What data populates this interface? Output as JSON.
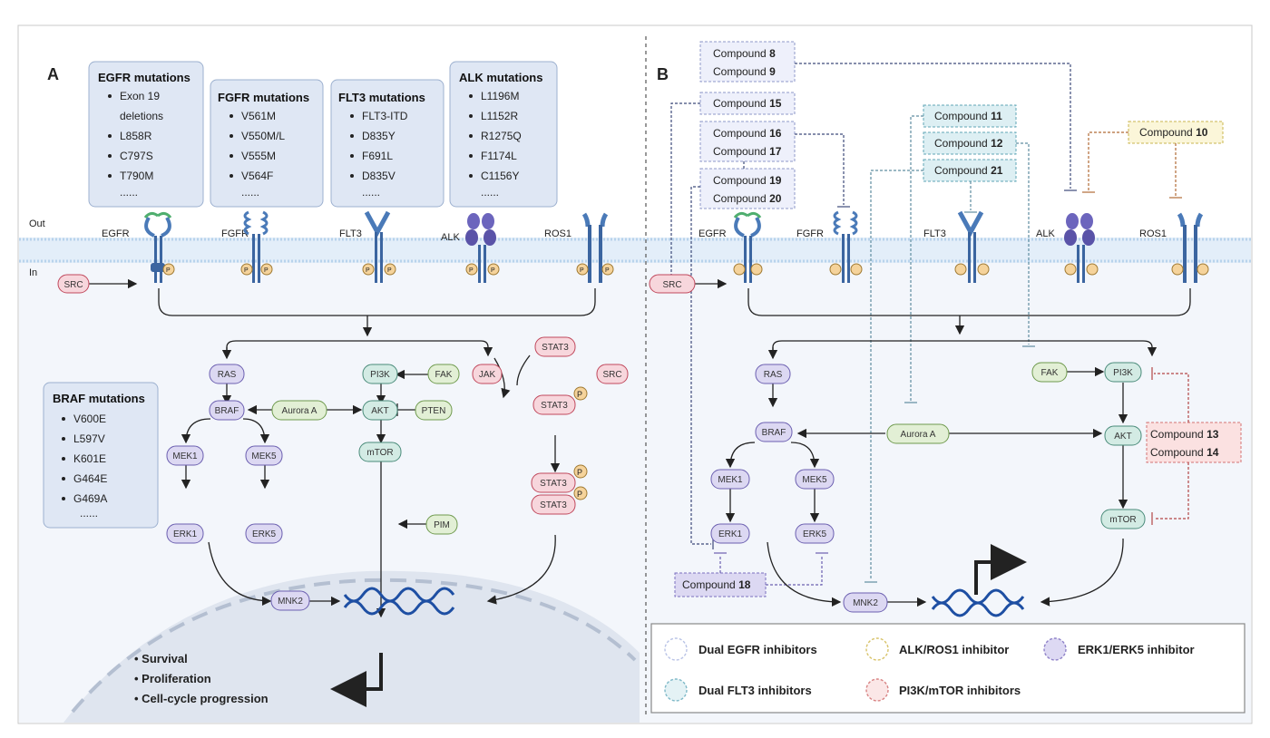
{
  "panel_a": {
    "label": "A",
    "out_label": "Out",
    "in_label": "In",
    "mutation_boxes": [
      {
        "title": "EGFR mutations",
        "items": [
          "Exon 19",
          "deletions",
          "L858R",
          "C797S",
          "T790M",
          "......"
        ]
      },
      {
        "title": "FGFR mutations",
        "items": [
          "V561M",
          "V550M/L",
          "V555M",
          "V564F",
          "......"
        ]
      },
      {
        "title": "FLT3 mutations",
        "items": [
          "FLT3-ITD",
          "D835Y",
          "F691L",
          "D835V",
          "......"
        ]
      },
      {
        "title": "ALK mutations",
        "items": [
          "L1196M",
          "L1152R",
          "R1275Q",
          "F1174L",
          "C1156Y",
          "......"
        ]
      },
      {
        "title": "BRAF mutations",
        "items": [
          "V600E",
          "L597V",
          "K601E",
          "G464E",
          "G469A",
          "......"
        ]
      }
    ],
    "receptors": [
      "EGFR",
      "FGFR",
      "FLT3",
      "ALK",
      "ROS1"
    ],
    "nodes": {
      "src": "SRC",
      "ras": "RAS",
      "pi3k": "PI3K",
      "fak": "FAK",
      "jak": "JAK",
      "stat3_top": "STAT3",
      "src2": "SRC",
      "stat3_mid": "STAT3",
      "braf": "BRAF",
      "aurora": "Aurora A",
      "akt": "AKT",
      "pten": "PTEN",
      "mek1": "MEK1",
      "mek5": "MEK5",
      "mtor": "mTOR",
      "stat3_d1": "STAT3",
      "stat3_d2": "STAT3",
      "erk1": "ERK1",
      "erk5": "ERK5",
      "pim": "PIM",
      "mnk2": "MNK2"
    },
    "outcomes": [
      "Survival",
      "Proliferation",
      "Cell-cycle progression"
    ]
  },
  "panel_b": {
    "label": "B",
    "receptors": [
      "EGFR",
      "FGFR",
      "FLT3",
      "ALK",
      "ROS1"
    ],
    "compounds": {
      "c8": {
        "prefix": "Compound",
        "num": "8"
      },
      "c9": {
        "prefix": "Compound",
        "num": "9"
      },
      "c15": {
        "prefix": "Compound",
        "num": "15"
      },
      "c16": {
        "prefix": "Compound",
        "num": "16"
      },
      "c17": {
        "prefix": "Compound",
        "num": "17"
      },
      "c19": {
        "prefix": "Compound",
        "num": "19"
      },
      "c20": {
        "prefix": "Compound",
        "num": "20"
      },
      "c11": {
        "prefix": "Compound",
        "num": "11"
      },
      "c12": {
        "prefix": "Compound",
        "num": "12"
      },
      "c21": {
        "prefix": "Compound",
        "num": "21"
      },
      "c10": {
        "prefix": "Compound",
        "num": "10"
      },
      "c13": {
        "prefix": "Compound",
        "num": "13"
      },
      "c14": {
        "prefix": "Compound",
        "num": "14"
      },
      "c18": {
        "prefix": "Compound",
        "num": "18"
      }
    },
    "nodes": {
      "src": "SRC",
      "ras": "RAS",
      "fak": "FAK",
      "pi3k": "PI3K",
      "braf": "BRAF",
      "aurora": "Aurora A",
      "akt": "AKT",
      "mek1": "MEK1",
      "mek5": "MEK5",
      "erk1": "ERK1",
      "erk5": "ERK5",
      "mtor": "mTOR",
      "mnk2": "MNK2"
    },
    "legend": [
      {
        "label": "Dual EGFR inhibitors",
        "color": "#b9c3e6"
      },
      {
        "label": "ALK/ROS1 inhibitor",
        "color": "#d8c36a"
      },
      {
        "label": "ERK1/ERK5 inhibitor",
        "color": "#8f82c8"
      },
      {
        "label": "Dual FLT3 inhibitors",
        "color": "#7fb9c8"
      },
      {
        "label": "PI3K/mTOR inhibitors",
        "color": "#d88484"
      }
    ]
  },
  "colors": {
    "red_node_fill": "#f7d6dc",
    "red_node_stroke": "#c0485c",
    "purple_node_fill": "#dcd8f2",
    "purple_node_stroke": "#6b5fb0",
    "green_node_fill": "#e2efd5",
    "green_node_stroke": "#6f9a4e",
    "teal_node_fill": "#d3ebe4",
    "teal_node_stroke": "#4a8b7a",
    "membrane": "#bfd8ee",
    "dna": "#1e4fa3"
  }
}
